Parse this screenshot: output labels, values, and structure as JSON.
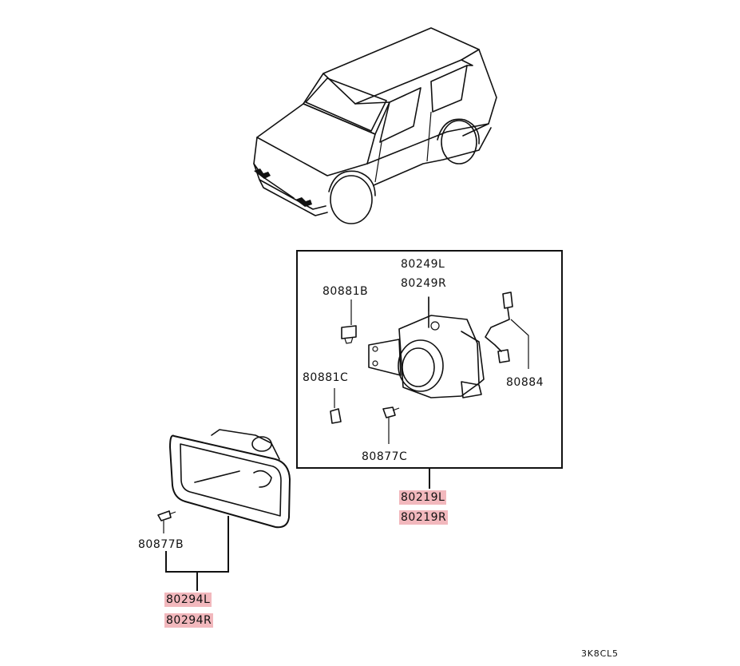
{
  "labels": {
    "fog_lamp_assy_l": "80249L",
    "fog_lamp_assy_r": "80249R",
    "clip_b": "80881B",
    "clip_c": "80881C",
    "harness": "80884",
    "screw_c": "80877C",
    "kit_l": "80219L",
    "kit_r": "80219R",
    "screw_b": "80877B",
    "cover_l": "80294L",
    "cover_r": "80294R",
    "diagram_code": "3K8CL5"
  },
  "colors": {
    "highlight": "#f2b8bd",
    "line": "#111111"
  }
}
